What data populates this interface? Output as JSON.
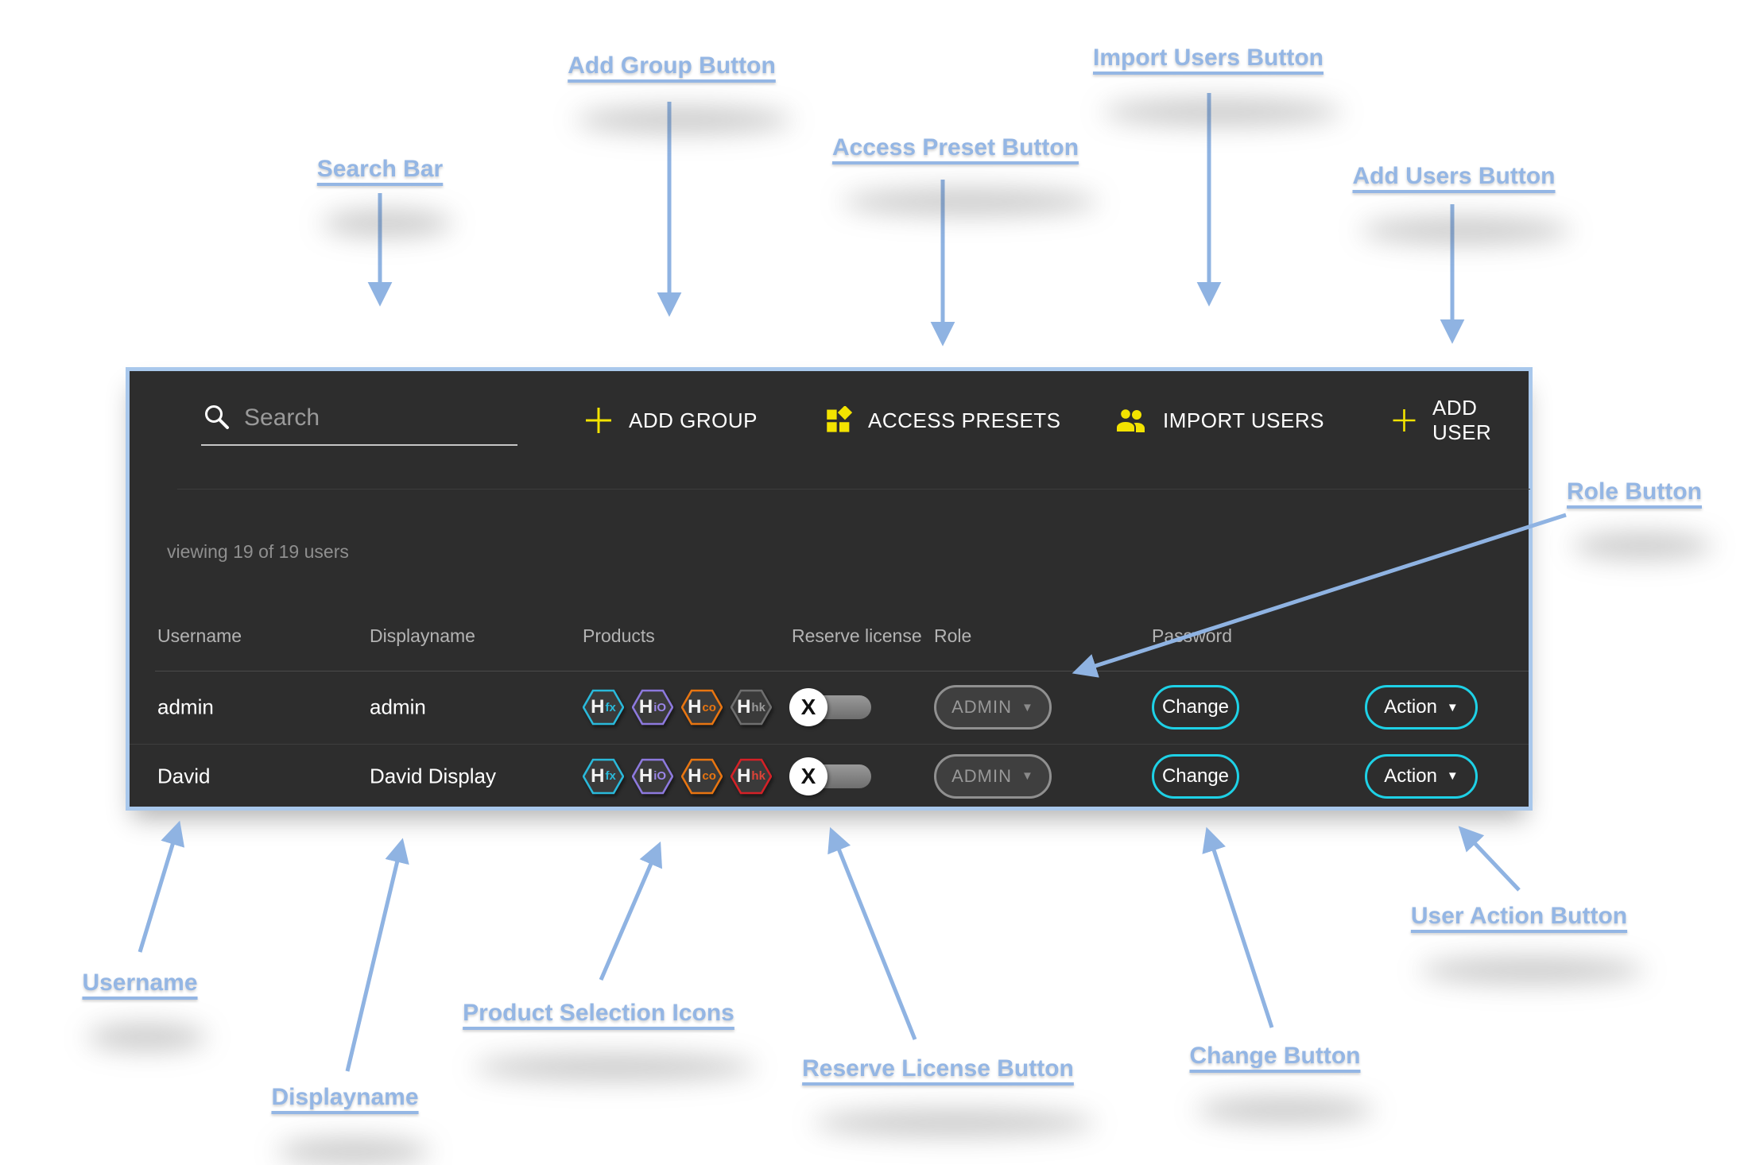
{
  "panel": {
    "search": {
      "placeholder": "Search"
    },
    "toolbar": {
      "add_group": "ADD GROUP",
      "access_presets": "ACCESS PRESETS",
      "import_users": "IMPORT USERS",
      "add_user": "ADD USER"
    },
    "status": {
      "viewing": "viewing 19 of 19 users"
    },
    "table": {
      "headers": {
        "username": "Username",
        "displayname": "Displayname",
        "products": "Products",
        "reserve_license": "Reserve license",
        "role": "Role",
        "password": "Password"
      },
      "rows": [
        {
          "username": "admin",
          "displayname": "admin",
          "products": [
            {
              "name": "product-hfx",
              "letter": "H",
              "suffix": "fx",
              "color": "#2ab9da",
              "suffix_color": "#2ab9da"
            },
            {
              "name": "product-hio",
              "letter": "H",
              "suffix": "iO",
              "color": "#8d79dd",
              "suffix_color": "#9b86e8"
            },
            {
              "name": "product-hco",
              "letter": "H",
              "suffix": "co",
              "color": "#e87511",
              "suffix_color": "#e87511"
            },
            {
              "name": "product-hhk",
              "letter": "H",
              "suffix": "hk",
              "color": "#6f6f6f",
              "suffix_color": "#9a9a9a"
            }
          ],
          "reserve_toggle": {
            "label": "X",
            "state": "off"
          },
          "role": "ADMIN",
          "password_action": "Change",
          "action": "Action"
        },
        {
          "username": "David",
          "displayname": "David Display",
          "products": [
            {
              "name": "product-hfx",
              "letter": "H",
              "suffix": "fx",
              "color": "#2ab9da",
              "suffix_color": "#2ab9da"
            },
            {
              "name": "product-hio",
              "letter": "H",
              "suffix": "iO",
              "color": "#8d79dd",
              "suffix_color": "#9b86e8"
            },
            {
              "name": "product-hco",
              "letter": "H",
              "suffix": "co",
              "color": "#e87511",
              "suffix_color": "#e87511"
            },
            {
              "name": "product-hhk",
              "letter": "H",
              "suffix": "hk",
              "color": "#d42127",
              "suffix_color": "#e04338"
            }
          ],
          "reserve_toggle": {
            "label": "X",
            "state": "off"
          },
          "role": "ADMIN",
          "password_action": "Change",
          "action": "Action"
        }
      ]
    }
  },
  "annotations": {
    "labels": {
      "search_bar": "Search Bar",
      "add_group": "Add Group Button",
      "access_preset": "Access Preset Button",
      "import_users": "Import Users Button",
      "add_users": "Add Users Button",
      "role": "Role Button",
      "username": "Username",
      "displayname": "Displayname",
      "product_icons": "Product Selection Icons",
      "reserve_license": "Reserve License Button",
      "change": "Change Button",
      "user_action": "User Action Button"
    }
  },
  "colors": {
    "annotation_blue": "#94b6e4",
    "panel_border_blue": "#a9c8ec",
    "accent_yellow": "#f3e300",
    "accent_cyan": "#1ed1e6"
  }
}
